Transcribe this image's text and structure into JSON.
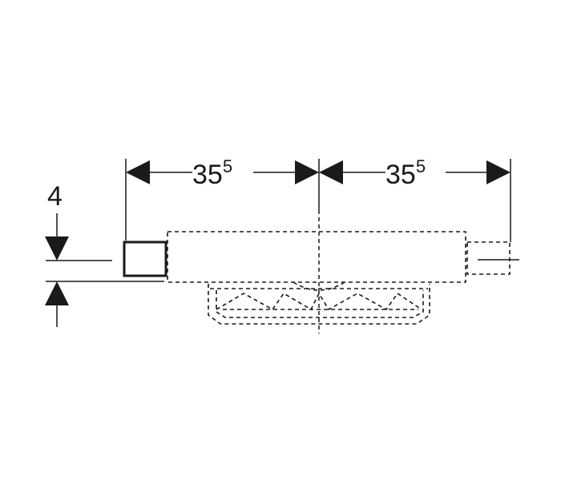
{
  "dimensions": {
    "left_width": {
      "value": "35",
      "superscript": "5"
    },
    "right_width": {
      "value": "35",
      "superscript": "5"
    },
    "height": {
      "value": "4"
    }
  },
  "colors": {
    "line": "#1a1a1a",
    "background": "#ffffff"
  }
}
